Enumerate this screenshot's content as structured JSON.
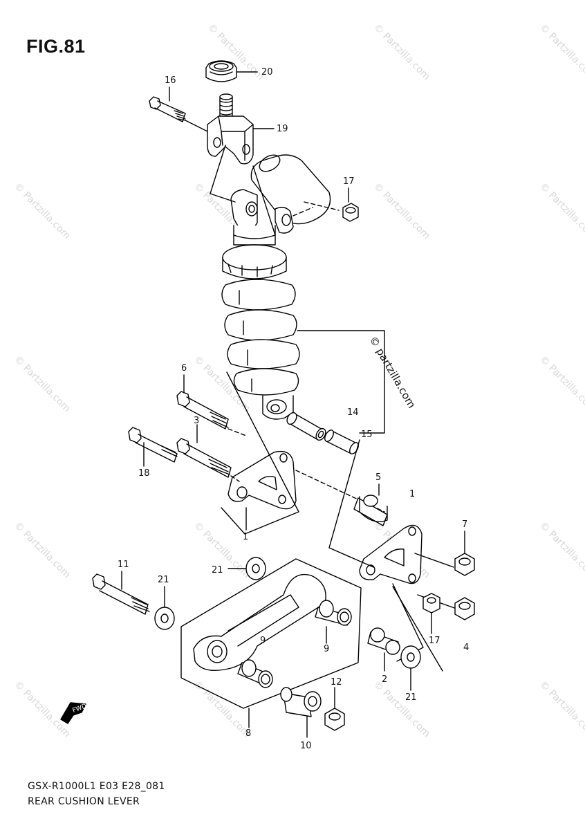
{
  "figure": {
    "title": "FIG.81",
    "model_code": "GSX-R1000L1 E03 E28_081",
    "part_name": "REAR CUSHION LEVER"
  },
  "watermark": {
    "text": "© Partzilla.com",
    "center_text": "© partzilla.com",
    "color": "#d8d8d8"
  },
  "front_indicator": {
    "icon": "front-arrow-icon",
    "text": "FWD"
  },
  "callouts": [
    {
      "id": "c20",
      "label": "20"
    },
    {
      "id": "c16",
      "label": "16"
    },
    {
      "id": "c19",
      "label": "19"
    },
    {
      "id": "c17a",
      "label": "17"
    },
    {
      "id": "c6",
      "label": "6"
    },
    {
      "id": "c3",
      "label": "3"
    },
    {
      "id": "c18",
      "label": "18"
    },
    {
      "id": "c14",
      "label": "14"
    },
    {
      "id": "c15",
      "label": "15"
    },
    {
      "id": "c5",
      "label": "5"
    },
    {
      "id": "c1a",
      "label": "1"
    },
    {
      "id": "c1b",
      "label": "1"
    },
    {
      "id": "c7",
      "label": "7"
    },
    {
      "id": "c21a",
      "label": "21"
    },
    {
      "id": "c11",
      "label": "11"
    },
    {
      "id": "c21b",
      "label": "21"
    },
    {
      "id": "c9a",
      "label": "9"
    },
    {
      "id": "c9b",
      "label": "9"
    },
    {
      "id": "c17b",
      "label": "17"
    },
    {
      "id": "c4",
      "label": "4"
    },
    {
      "id": "c2",
      "label": "2"
    },
    {
      "id": "c21c",
      "label": "21"
    },
    {
      "id": "c12",
      "label": "12"
    },
    {
      "id": "c8",
      "label": "8"
    },
    {
      "id": "c10",
      "label": "10"
    }
  ]
}
